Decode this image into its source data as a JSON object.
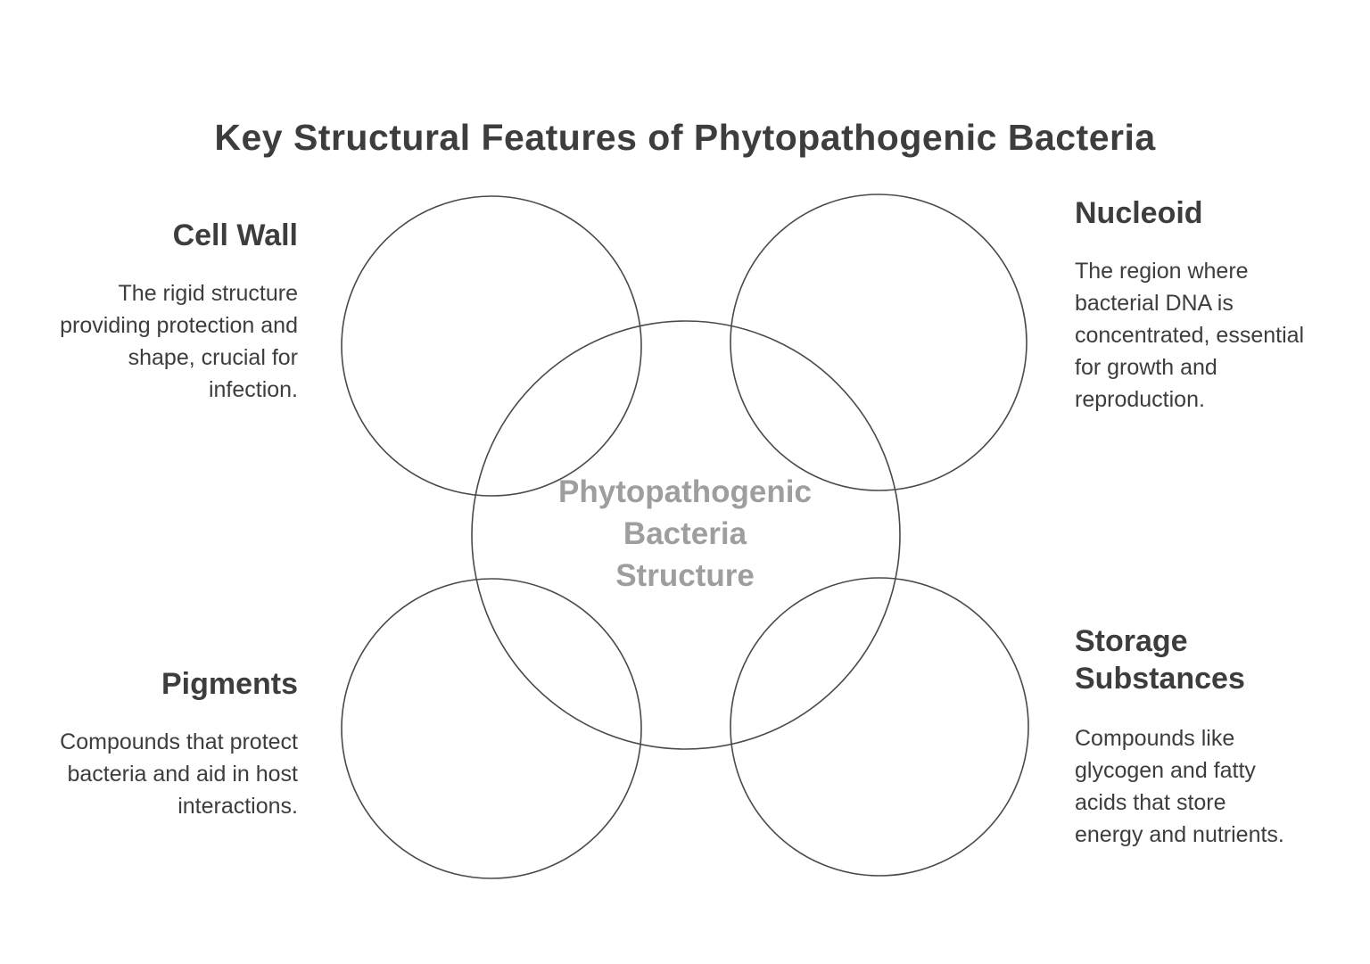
{
  "title": "Key Structural Features of Phytopathogenic Bacteria",
  "center_label": {
    "line1": "Phytopathogenic",
    "line2": "Bacteria",
    "line3": "Structure"
  },
  "features": {
    "cell_wall": {
      "title": "Cell Wall",
      "description": "The rigid structure providing protection and shape, crucial for infection."
    },
    "nucleoid": {
      "title": "Nucleoid",
      "description": "The region where bacterial DNA is concentrated, essential for growth and reproduction."
    },
    "pigments": {
      "title": "Pigments",
      "description": "Compounds that protect bacteria and aid in host interactions."
    },
    "storage_substances": {
      "title": "Storage Substances",
      "description": "Compounds like glycogen and fatty acids that store energy and nutrients."
    }
  },
  "colors": {
    "background": "#ffffff",
    "circle_stroke": "#4a4a4a",
    "title_text": "#3d3d3d",
    "heading_text": "#3d3d3d",
    "body_text": "#3d3d3d",
    "center_label_text": "#9e9e9e"
  }
}
